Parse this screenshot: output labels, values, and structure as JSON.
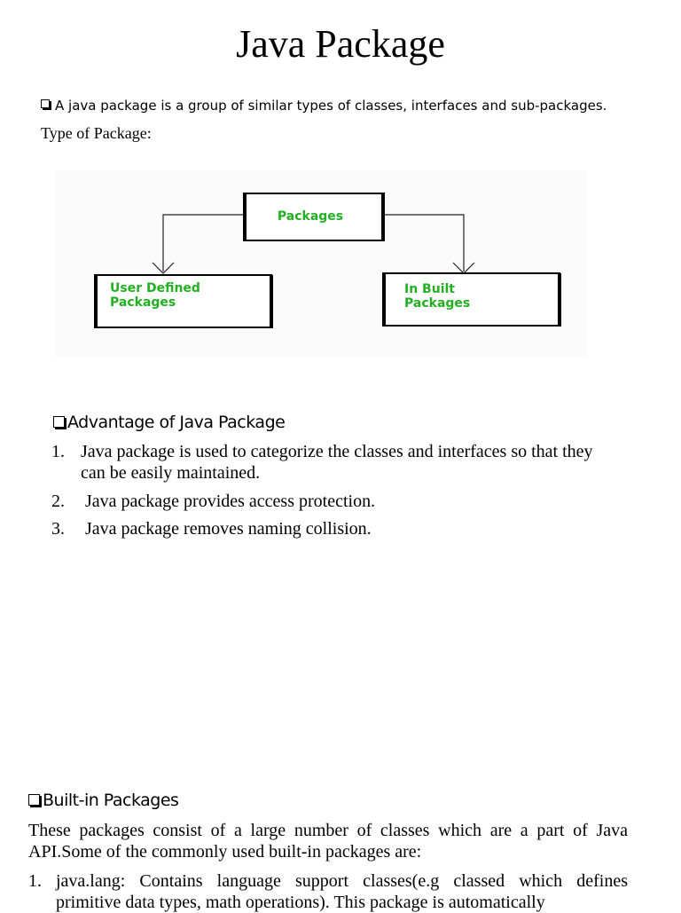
{
  "title": "Java Package",
  "intro": {
    "definition": "A java package is a group of similar types of classes, interfaces and sub-packages.",
    "type_label": "Type of Package:"
  },
  "diagram": {
    "root": "Packages",
    "left_line1": "User Defined",
    "left_line2": "Packages",
    "right_line1": "In Built",
    "right_line2": "Packages",
    "text_color": "#22b022"
  },
  "advantages": {
    "heading": "Advantage of Java Package",
    "items": [
      {
        "num": "1.",
        "line1": "Java package is used to categorize the classes and interfaces so that they",
        "line2": "can be easily maintained."
      },
      {
        "num": "2.",
        "text": "Java package provides access protection."
      },
      {
        "num": "3.",
        "text": "Java package removes naming collision."
      }
    ]
  },
  "builtin": {
    "heading": "Built-in Packages",
    "paragraph": "These packages consist of a large number of classes which are a part of Java API.Some of the commonly used built-in packages are:",
    "items": [
      {
        "num": "1.",
        "text": "java.lang: Contains language support classes(e.g classed which defines primitive data types, math operations). This package is automatically"
      }
    ]
  }
}
